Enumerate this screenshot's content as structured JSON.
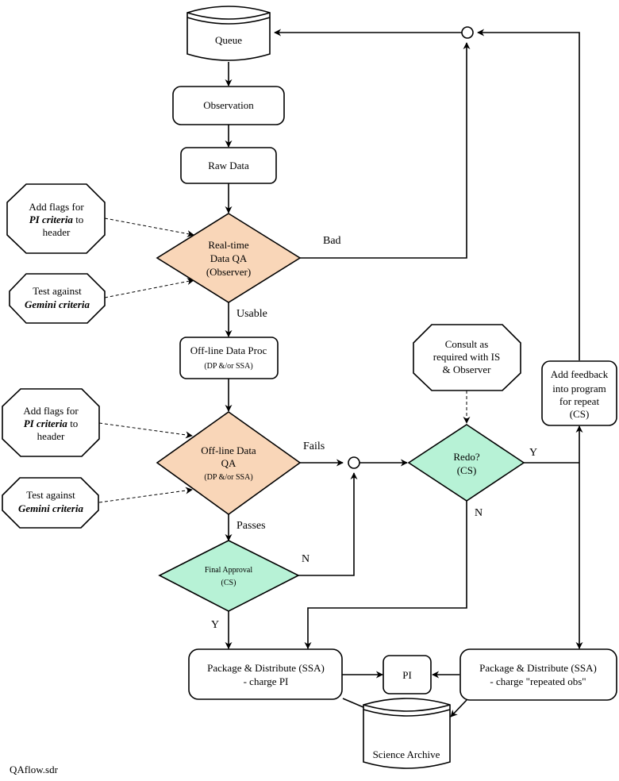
{
  "colors": {
    "data_qa_fill": "#F9D6B8",
    "decision_fill": "#B7F2D6",
    "stroke": "#000000",
    "background": "#FFFFFF"
  },
  "nodes": {
    "queue": "Queue",
    "observation": "Observation",
    "raw_data": "Raw Data",
    "realtime_qa": [
      "Real-time",
      "Data QA",
      "(Observer)"
    ],
    "flags_pi_1": {
      "line1": "Add flags for",
      "bold": "PI criteria",
      "after": " to",
      "line3": "header"
    },
    "test_gemini_1": {
      "line1": "Test against",
      "bold": "Gemini criteria"
    },
    "offline_proc": {
      "line1": "Off-line Data Proc",
      "line2": "(DP &/or SSA)"
    },
    "flags_pi_2": {
      "line1": "Add flags for",
      "bold": "PI criteria",
      "after": " to",
      "line3": "header"
    },
    "test_gemini_2": {
      "line1": "Test against",
      "bold": "Gemini criteria"
    },
    "offline_qa": [
      "Off-line Data",
      "QA",
      "(DP &/or SSA)"
    ],
    "final_approval": [
      "Final Approval",
      "(CS)"
    ],
    "consult": [
      "Consult as",
      "required with IS",
      "& Observer"
    ],
    "redo": [
      "Redo?",
      "(CS)"
    ],
    "feedback": [
      "Add feedback",
      "into program",
      "for repeat",
      "(CS)"
    ],
    "package_pi": [
      "Package & Distribute (SSA)",
      "- charge PI"
    ],
    "pi": "PI",
    "package_repeat": [
      "Package & Distribute (SSA)",
      "- charge \"repeated obs\""
    ],
    "science_archive": "Science Archive"
  },
  "edge_labels": {
    "bad": "Bad",
    "usable": "Usable",
    "fails": "Fails",
    "passes": "Passes",
    "n_final": "N",
    "y_final": "Y",
    "y_redo": "Y",
    "n_redo": "N"
  },
  "footer": "QAflow.sdr"
}
